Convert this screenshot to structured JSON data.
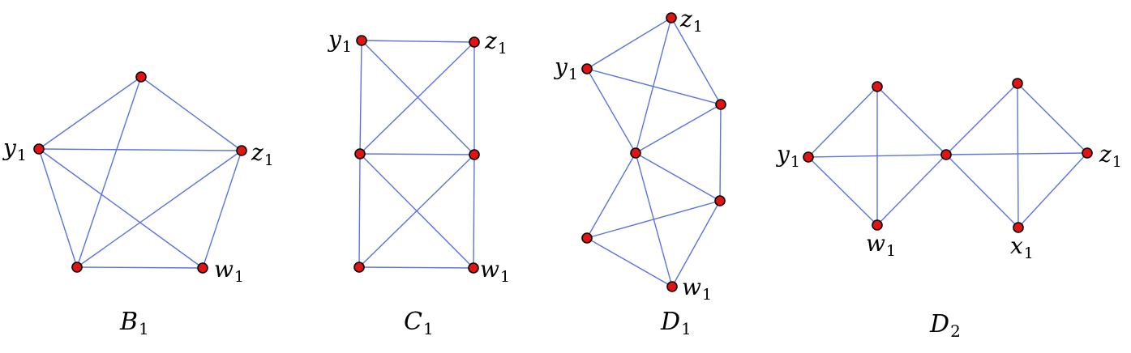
{
  "colors": {
    "edge": "#5b73e0",
    "vertex_fill": "#e41313",
    "vertex_stroke": "#000000",
    "text": "#000000"
  },
  "graphs": [
    {
      "id": "B1",
      "caption": {
        "main": "B",
        "sub": "1"
      },
      "vertices": [
        {
          "id": "top"
        },
        {
          "id": "y1",
          "label": {
            "main": "y",
            "sub": "1"
          }
        },
        {
          "id": "z1",
          "label": {
            "main": "z",
            "sub": "1"
          }
        },
        {
          "id": "bl"
        },
        {
          "id": "w1",
          "label": {
            "main": "w",
            "sub": "1"
          }
        }
      ],
      "edges": [
        [
          "top",
          "y1"
        ],
        [
          "top",
          "z1"
        ],
        [
          "top",
          "bl"
        ],
        [
          "y1",
          "z1"
        ],
        [
          "y1",
          "bl"
        ],
        [
          "y1",
          "w1"
        ],
        [
          "z1",
          "bl"
        ],
        [
          "z1",
          "w1"
        ],
        [
          "bl",
          "w1"
        ]
      ]
    },
    {
      "id": "C1",
      "caption": {
        "main": "C",
        "sub": "1"
      },
      "vertices": [
        {
          "id": "y1",
          "label": {
            "main": "y",
            "sub": "1"
          }
        },
        {
          "id": "z1",
          "label": {
            "main": "z",
            "sub": "1"
          }
        },
        {
          "id": "ml"
        },
        {
          "id": "mr"
        },
        {
          "id": "bl"
        },
        {
          "id": "w1",
          "label": {
            "main": "w",
            "sub": "1"
          }
        }
      ],
      "edges": [
        [
          "y1",
          "z1"
        ],
        [
          "y1",
          "ml"
        ],
        [
          "y1",
          "mr"
        ],
        [
          "z1",
          "ml"
        ],
        [
          "z1",
          "mr"
        ],
        [
          "ml",
          "mr"
        ],
        [
          "ml",
          "bl"
        ],
        [
          "ml",
          "w1"
        ],
        [
          "mr",
          "bl"
        ],
        [
          "mr",
          "w1"
        ],
        [
          "bl",
          "w1"
        ]
      ]
    },
    {
      "id": "D1",
      "caption": {
        "main": "D",
        "sub": "1"
      },
      "vertices": [
        {
          "id": "z1",
          "label": {
            "main": "z",
            "sub": "1"
          }
        },
        {
          "id": "y1",
          "label": {
            "main": "y",
            "sub": "1"
          }
        },
        {
          "id": "r1"
        },
        {
          "id": "c"
        },
        {
          "id": "r2"
        },
        {
          "id": "l2"
        },
        {
          "id": "w1",
          "label": {
            "main": "w",
            "sub": "1"
          }
        }
      ],
      "edges": [
        [
          "y1",
          "z1"
        ],
        [
          "y1",
          "r1"
        ],
        [
          "y1",
          "c"
        ],
        [
          "z1",
          "r1"
        ],
        [
          "z1",
          "c"
        ],
        [
          "r1",
          "c"
        ],
        [
          "r1",
          "r2"
        ],
        [
          "c",
          "r2"
        ],
        [
          "c",
          "l2"
        ],
        [
          "c",
          "w1"
        ],
        [
          "l2",
          "r2"
        ],
        [
          "l2",
          "w1"
        ],
        [
          "r2",
          "w1"
        ]
      ]
    },
    {
      "id": "D2",
      "caption": {
        "main": "D",
        "sub": "2"
      },
      "vertices": [
        {
          "id": "t1"
        },
        {
          "id": "y1",
          "label": {
            "main": "y",
            "sub": "1"
          }
        },
        {
          "id": "c"
        },
        {
          "id": "w1",
          "label": {
            "main": "w",
            "sub": "1"
          }
        },
        {
          "id": "t2"
        },
        {
          "id": "z1",
          "label": {
            "main": "z",
            "sub": "1"
          }
        },
        {
          "id": "x1",
          "label": {
            "main": "x",
            "sub": "1"
          }
        }
      ],
      "edges": [
        [
          "y1",
          "t1"
        ],
        [
          "y1",
          "c"
        ],
        [
          "y1",
          "w1"
        ],
        [
          "t1",
          "c"
        ],
        [
          "t1",
          "w1"
        ],
        [
          "w1",
          "c"
        ],
        [
          "c",
          "t2"
        ],
        [
          "c",
          "z1"
        ],
        [
          "c",
          "x1"
        ],
        [
          "t2",
          "z1"
        ],
        [
          "t2",
          "x1"
        ],
        [
          "x1",
          "z1"
        ]
      ]
    }
  ]
}
